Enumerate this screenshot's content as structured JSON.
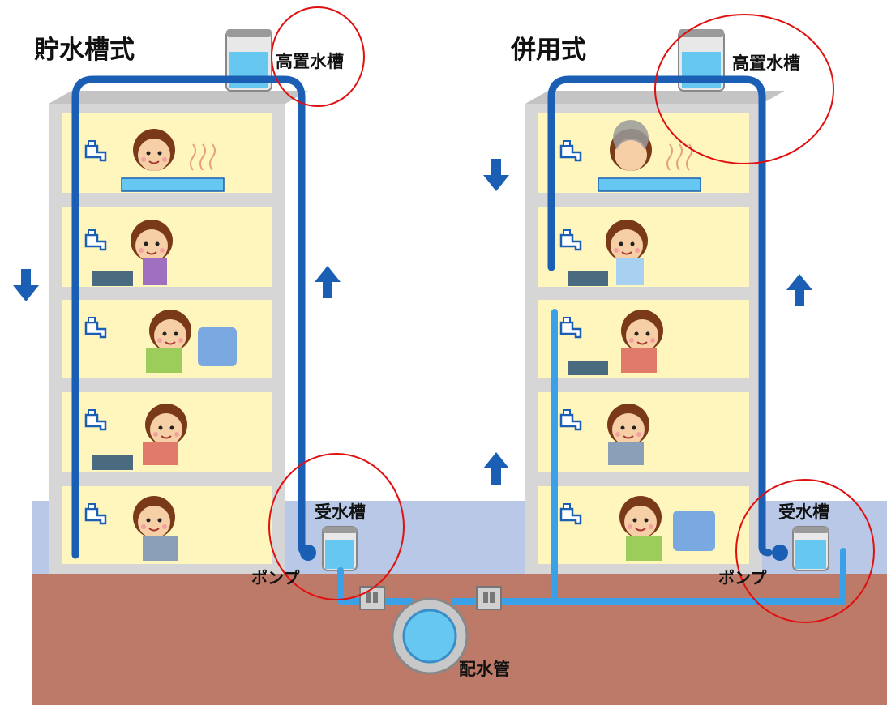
{
  "left_system": {
    "title": "貯水槽式",
    "high_tank_label": "高置水槽",
    "receiving_tank_label": "受水槽",
    "pump_label": "ポンプ"
  },
  "right_system": {
    "title": "併用式",
    "high_tank_label": "高置水槽",
    "receiving_tank_label": "受水槽",
    "pump_label": "ポンプ"
  },
  "main_pipe_label": "配水管",
  "colors": {
    "building_wall": "#d6d6d6",
    "floor_fill": "#fff6be",
    "pipe_dark": "#1a5fb4",
    "pipe_light": "#3aa0e8",
    "water": "#66c8f0",
    "ground": "#bd7a68",
    "underground_band": "#b8c8e6",
    "highlight_circle": "#e01010"
  }
}
